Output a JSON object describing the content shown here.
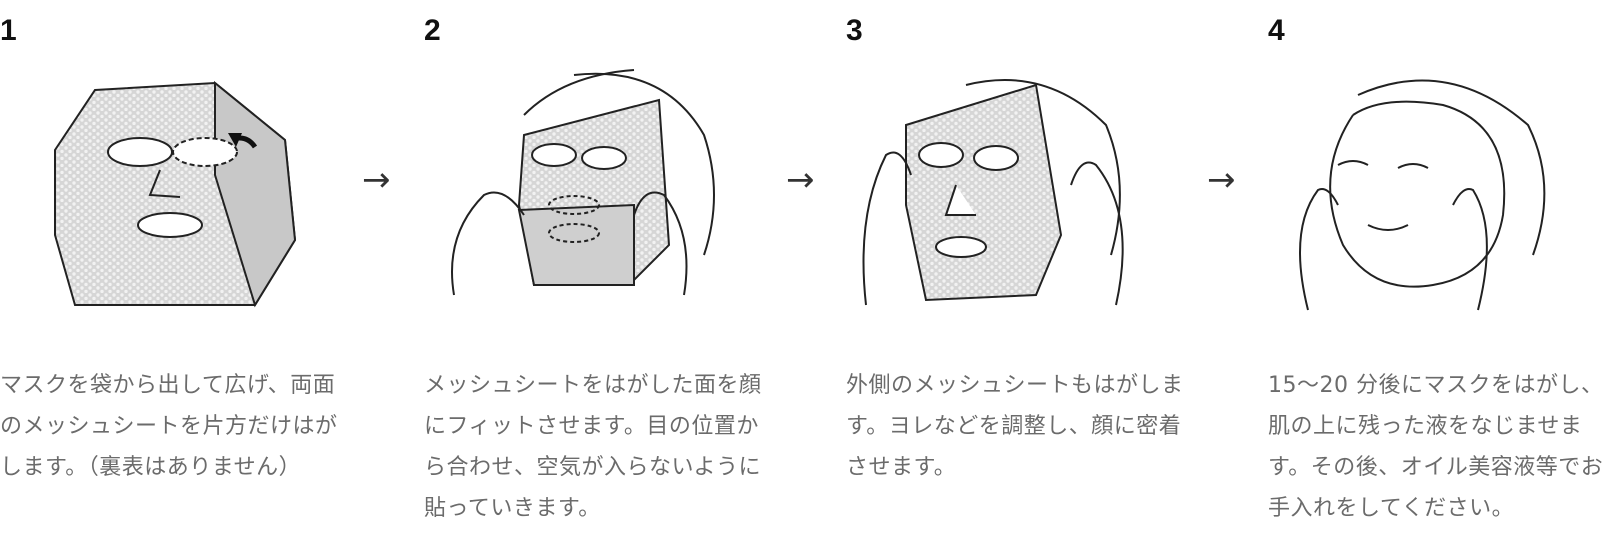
{
  "steps": [
    {
      "number": "1",
      "lines": [
        "マスクを袋から出して広げ、両面",
        "のメッシュシートを片方だけはが",
        "します。（裏表はありません）"
      ]
    },
    {
      "number": "2",
      "lines": [
        "メッシュシートをはがした面を顔",
        "にフィットさせます。目の位置か",
        "ら合わせ、空気が入らないように",
        "貼っていきます。"
      ]
    },
    {
      "number": "3",
      "lines": [
        "外側のメッシュシートもはがしま",
        "す。ヨレなどを調整し、顔に密着",
        "させます。"
      ]
    },
    {
      "number": "4",
      "lines": [
        "15〜20 分後にマスクをはがし、",
        "肌の上に残った液をなじませま",
        "す。その後、オイル美容液等でお",
        "手入れをしてください。"
      ]
    }
  ],
  "arrow": "→",
  "colors": {
    "mask_fill": "#d9d9d9",
    "line": "#222222",
    "text": "#6b6b6b"
  }
}
